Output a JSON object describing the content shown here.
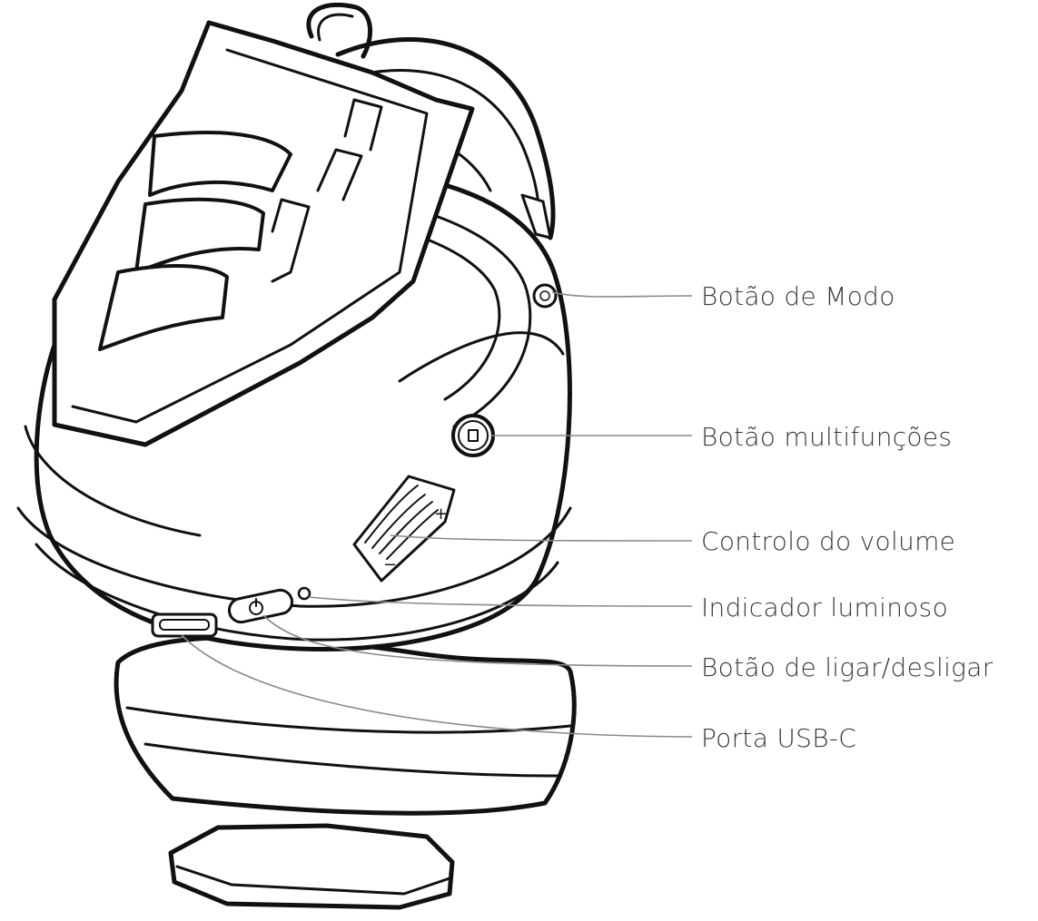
{
  "figure": {
    "subject": "headset-earcup-diagram",
    "line_color": "#111111",
    "leader_color": "#8a8a8a",
    "label_color": "#3a3a3a"
  },
  "callouts": [
    {
      "id": "mode-button",
      "label": "Botão de Modo"
    },
    {
      "id": "multifunction-button",
      "label": "Botão multifunções"
    },
    {
      "id": "volume-control",
      "label": "Controlo do volume"
    },
    {
      "id": "light-indicator",
      "label": "Indicador luminoso"
    },
    {
      "id": "power-button",
      "label": "Botão de ligar/desligar"
    },
    {
      "id": "usb-c-port",
      "label": "Porta USB-C"
    }
  ],
  "volume_marks": {
    "minus": "−",
    "plus": "+"
  }
}
